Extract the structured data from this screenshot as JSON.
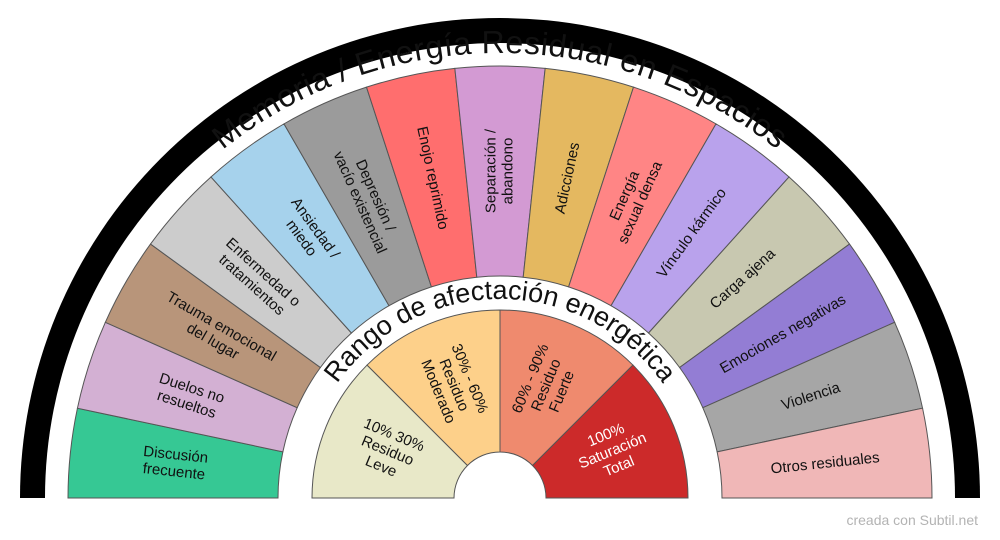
{
  "title": "Memoria / Energía Residual en Espacios",
  "subtitle": "Rango de afectación energética",
  "outer_segments": [
    {
      "lines": [
        "Discusión",
        "frecuente"
      ],
      "color": "#36c894"
    },
    {
      "lines": [
        "Duelos no",
        "resueltos"
      ],
      "color": "#d3b0d3"
    },
    {
      "lines": [
        "Trauma emocional",
        "del lugar"
      ],
      "color": "#b8957a"
    },
    {
      "lines": [
        "Enfermedad o",
        "tratamientos"
      ],
      "color": "#cccccc"
    },
    {
      "lines": [
        "Ansiedad /",
        "miedo"
      ],
      "color": "#a6d2ec"
    },
    {
      "lines": [
        "Depresión /",
        "vacío existencial"
      ],
      "color": "#9b9b9b"
    },
    {
      "lines": [
        "Enojo reprimido"
      ],
      "color": "#ff6e6e"
    },
    {
      "lines": [
        "Separación /",
        "abandono"
      ],
      "color": "#d39ad3"
    },
    {
      "lines": [
        "Adicciones"
      ],
      "color": "#e4b860"
    },
    {
      "lines": [
        "Energía",
        "sexual densa"
      ],
      "color": "#ff8585"
    },
    {
      "lines": [
        "Vínculo kármico"
      ],
      "color": "#b9a2ec"
    },
    {
      "lines": [
        "Carga ajena"
      ],
      "color": "#c8c8b0"
    },
    {
      "lines": [
        "Emociones negativas"
      ],
      "color": "#937dd4"
    },
    {
      "lines": [
        "Violencia"
      ],
      "color": "#a6a6a6"
    },
    {
      "lines": [
        "Otros residuales"
      ],
      "color": "#f0b7b7"
    }
  ],
  "inner_segments": [
    {
      "lines": [
        "10% 30%",
        "Residuo",
        "Leve"
      ],
      "color": "#e8e8c8",
      "text_color": "#111111"
    },
    {
      "lines": [
        "30% - 60%",
        "Residuo",
        "Moderado"
      ],
      "color": "#fdd08a",
      "text_color": "#111111"
    },
    {
      "lines": [
        "60% - 90%",
        "Residuo",
        "Fuerte"
      ],
      "color": "#ef8a6e",
      "text_color": "#111111"
    },
    {
      "lines": [
        "100%",
        "Saturación",
        "Total"
      ],
      "color": "#cc2a2a",
      "text_color": "#ffffff"
    }
  ],
  "credit": "creada con Subtil.net"
}
